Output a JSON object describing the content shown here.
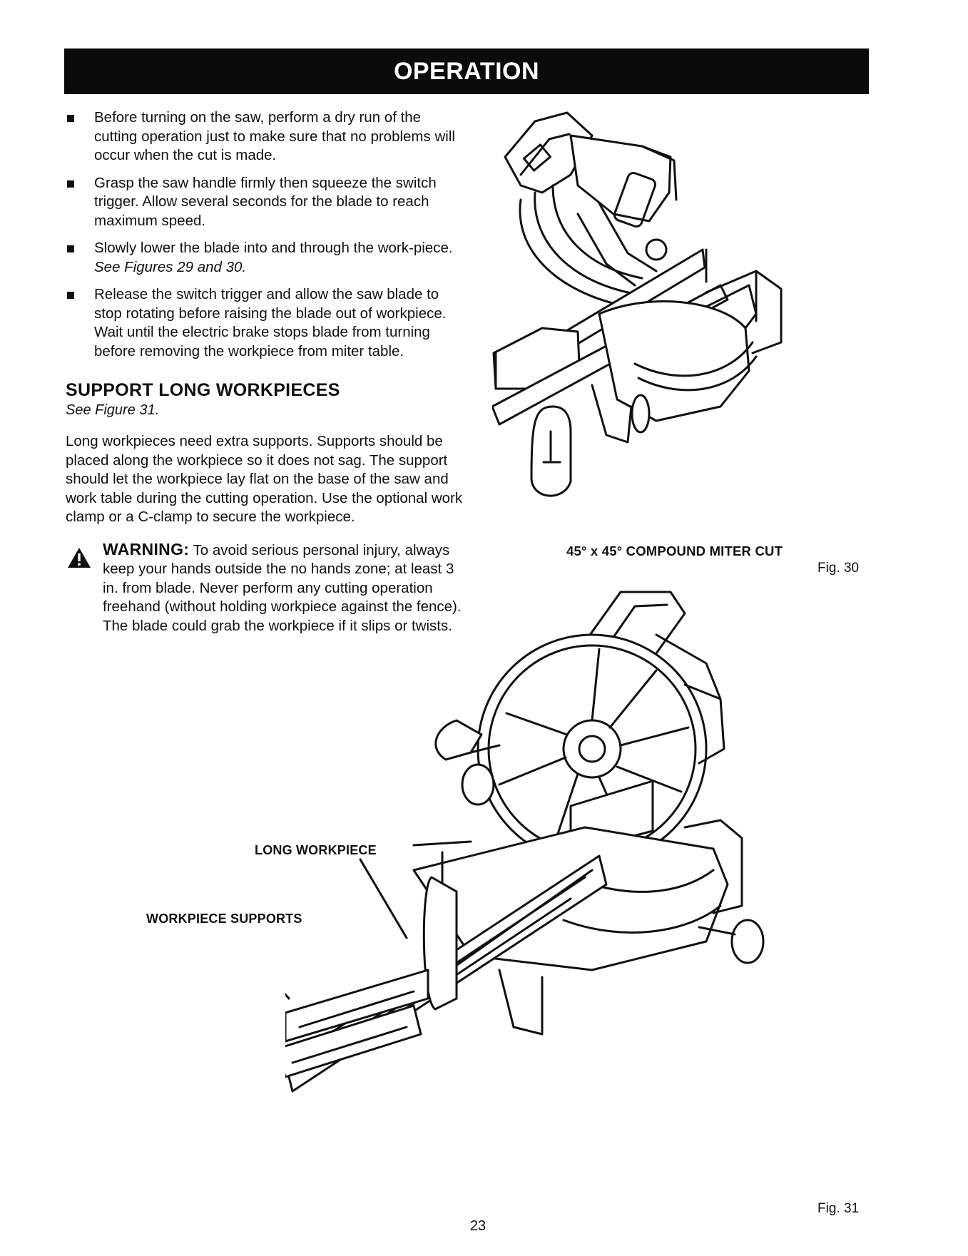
{
  "header": {
    "title": "OPERATION"
  },
  "bullets": [
    {
      "text": "Before turning on the saw, perform a dry run of the cutting operation just to make sure that no problems will occur when the cut is made."
    },
    {
      "text": "Grasp the saw handle firmly then squeeze the switch trigger. Allow several seconds for the blade to reach maximum speed."
    },
    {
      "text": "Slowly lower the blade into and through the work-piece. ",
      "italic": "See Figures 29 and 30."
    },
    {
      "text": "Release the switch trigger and allow the saw blade to stop rotating before raising the blade out of workpiece. Wait until the electric brake stops blade from turning before removing the workpiece from miter table."
    }
  ],
  "section": {
    "title": "SUPPORT LONG WORKPIECES",
    "figure_ref": "See Figure 31.",
    "paragraph": "Long workpieces need extra supports. Supports should be placed along the workpiece so it does not sag. The support should let the workpiece lay flat on the base of the saw and work table during the cutting operation. Use the optional work clamp or a C-clamp to secure the workpiece.",
    "warning_label": "WARNING:",
    "warning_text": " To avoid serious personal injury, always keep your hands outside the no hands zone; at least 3 in. from blade. Never perform any cutting operation freehand (without holding workpiece against the fence). The blade could grab the workpiece if it slips or twists."
  },
  "figure30": {
    "caption": "45° x 45° COMPOUND MITER CUT",
    "label": "Fig. 30"
  },
  "figure31": {
    "label_long": "LONG WORKPIECE",
    "label_supports": "WORKPIECE SUPPORTS",
    "label": "Fig. 31"
  },
  "footer": {
    "page_number": "23"
  },
  "icons": {
    "warning": "warning-triangle-icon",
    "bullet": "square-bullet-icon"
  }
}
